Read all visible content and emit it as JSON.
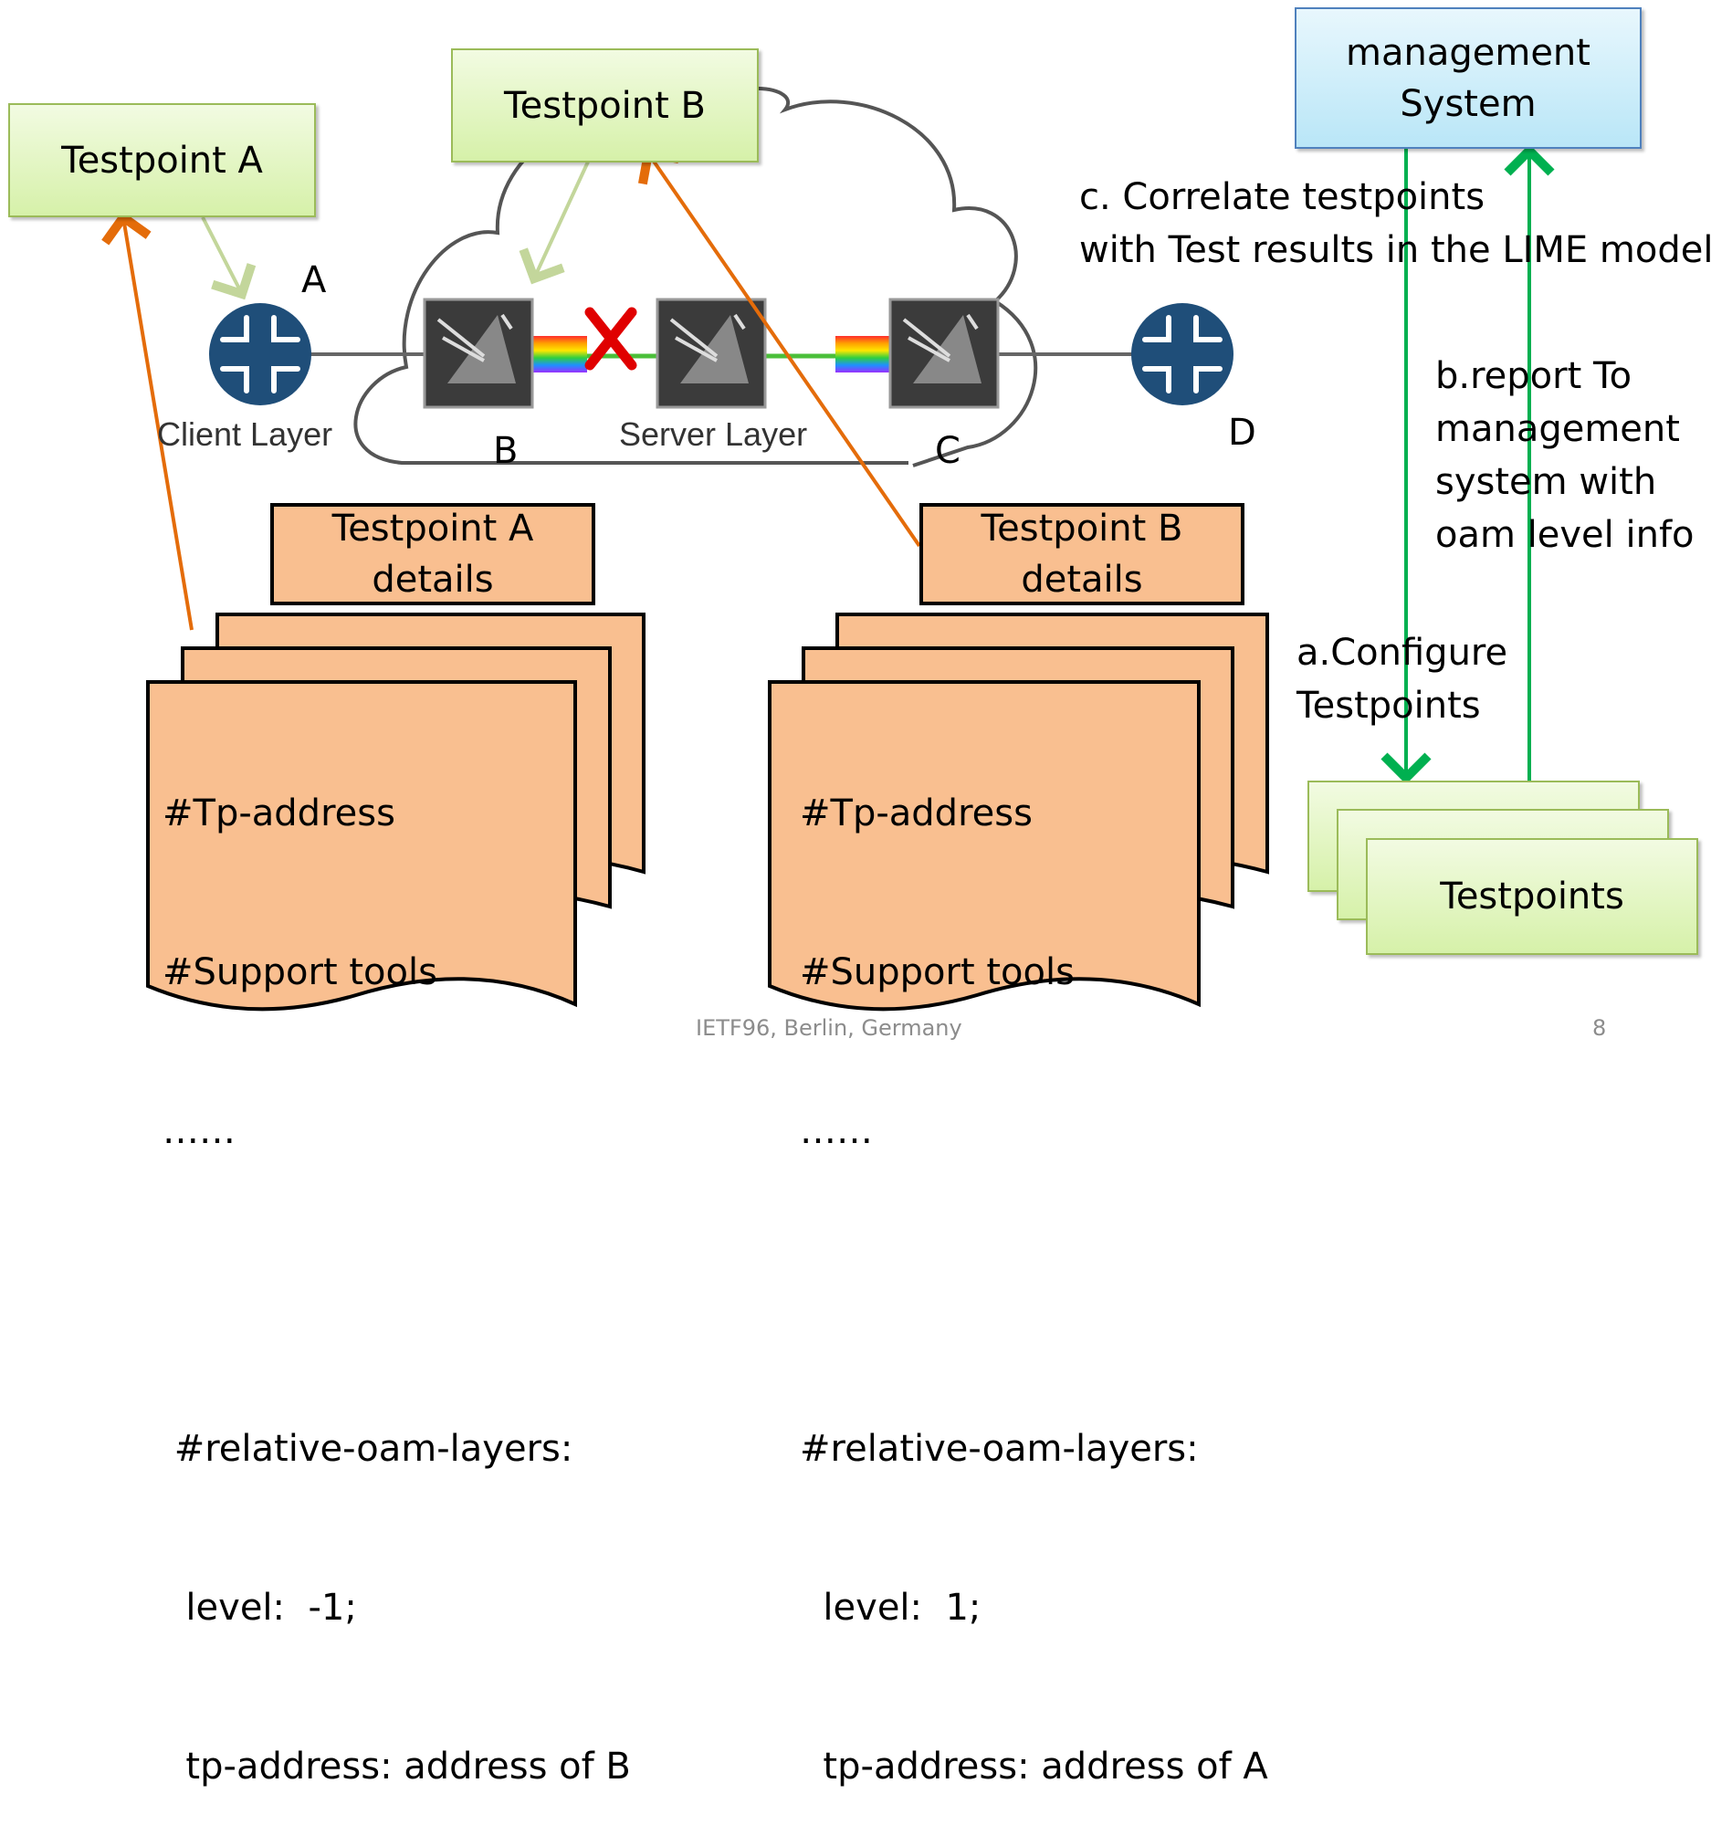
{
  "testpoint_a": "Testpoint A",
  "testpoint_b": "Testpoint B",
  "management": {
    "line1": "management",
    "line2": "System"
  },
  "node_labels": {
    "a": "A",
    "b": "B",
    "c": "C",
    "d": "D"
  },
  "layers": {
    "client": "Client Layer",
    "server": "Server Layer"
  },
  "steps": {
    "c": [
      "c. Correlate testpoints",
      "with Test results in the LIME model."
    ],
    "b": [
      "b.report To",
      "management",
      "system with",
      "oam level info"
    ],
    "a": [
      "a.Configure",
      "Testpoints"
    ]
  },
  "testpoints_stack": "Testpoints",
  "details_a": {
    "line1": "Testpoint A",
    "line2": "details"
  },
  "details_b": {
    "line1": "Testpoint B",
    "line2": "details"
  },
  "doc_a": [
    "#Tp-address",
    "#Support tools",
    "……",
    "",
    " #relative-oam-layers:",
    "  level:  -1;",
    "  tp-address: address of B"
  ],
  "doc_b": [
    "#Tp-address",
    "#Support tools",
    "……",
    "",
    "#relative-oam-layers:",
    "  level:  1;",
    "  tp-address: address of A"
  ],
  "footer": {
    "venue": "IETF96, Berlin, Germany",
    "page": "8"
  },
  "colors": {
    "orange_arrow": "#e46c0a",
    "green_line": "#00b050",
    "light_green_arrow": "#c3d69b",
    "doc_fill": "#f9bf90",
    "router": "#1f4e79"
  }
}
